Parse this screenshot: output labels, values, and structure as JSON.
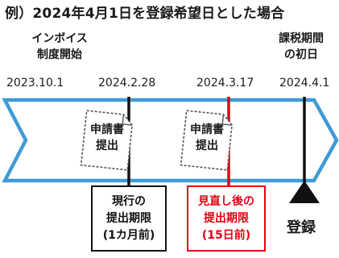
{
  "title": "例）2024年4月1日を登録希望日とした場合",
  "headers": {
    "invoice_line1": "インボイス",
    "invoice_line2": "制度開始",
    "taxperiod_line1": "課税期間",
    "taxperiod_line2": "の初日"
  },
  "dates": {
    "d1": "2023.10.1",
    "d2": "2024.2.28",
    "d3": "2024.3.17",
    "d4": "2024.4.1"
  },
  "docs": {
    "doc1_line1": "申請書",
    "doc1_line2": "提出",
    "doc2_line1": "申請書",
    "doc2_line2": "提出"
  },
  "boxes": {
    "current_line1": "現行の",
    "current_line2": "提出期限",
    "current_line3": "(1カ月前)",
    "revised_line1": "見直し後の",
    "revised_line2": "提出期限",
    "revised_line3": "(15日前)"
  },
  "register_label": "登録",
  "colors": {
    "arrow_outline": "#3f9bd6",
    "accent_red": "#e60012",
    "black": "#111111"
  }
}
